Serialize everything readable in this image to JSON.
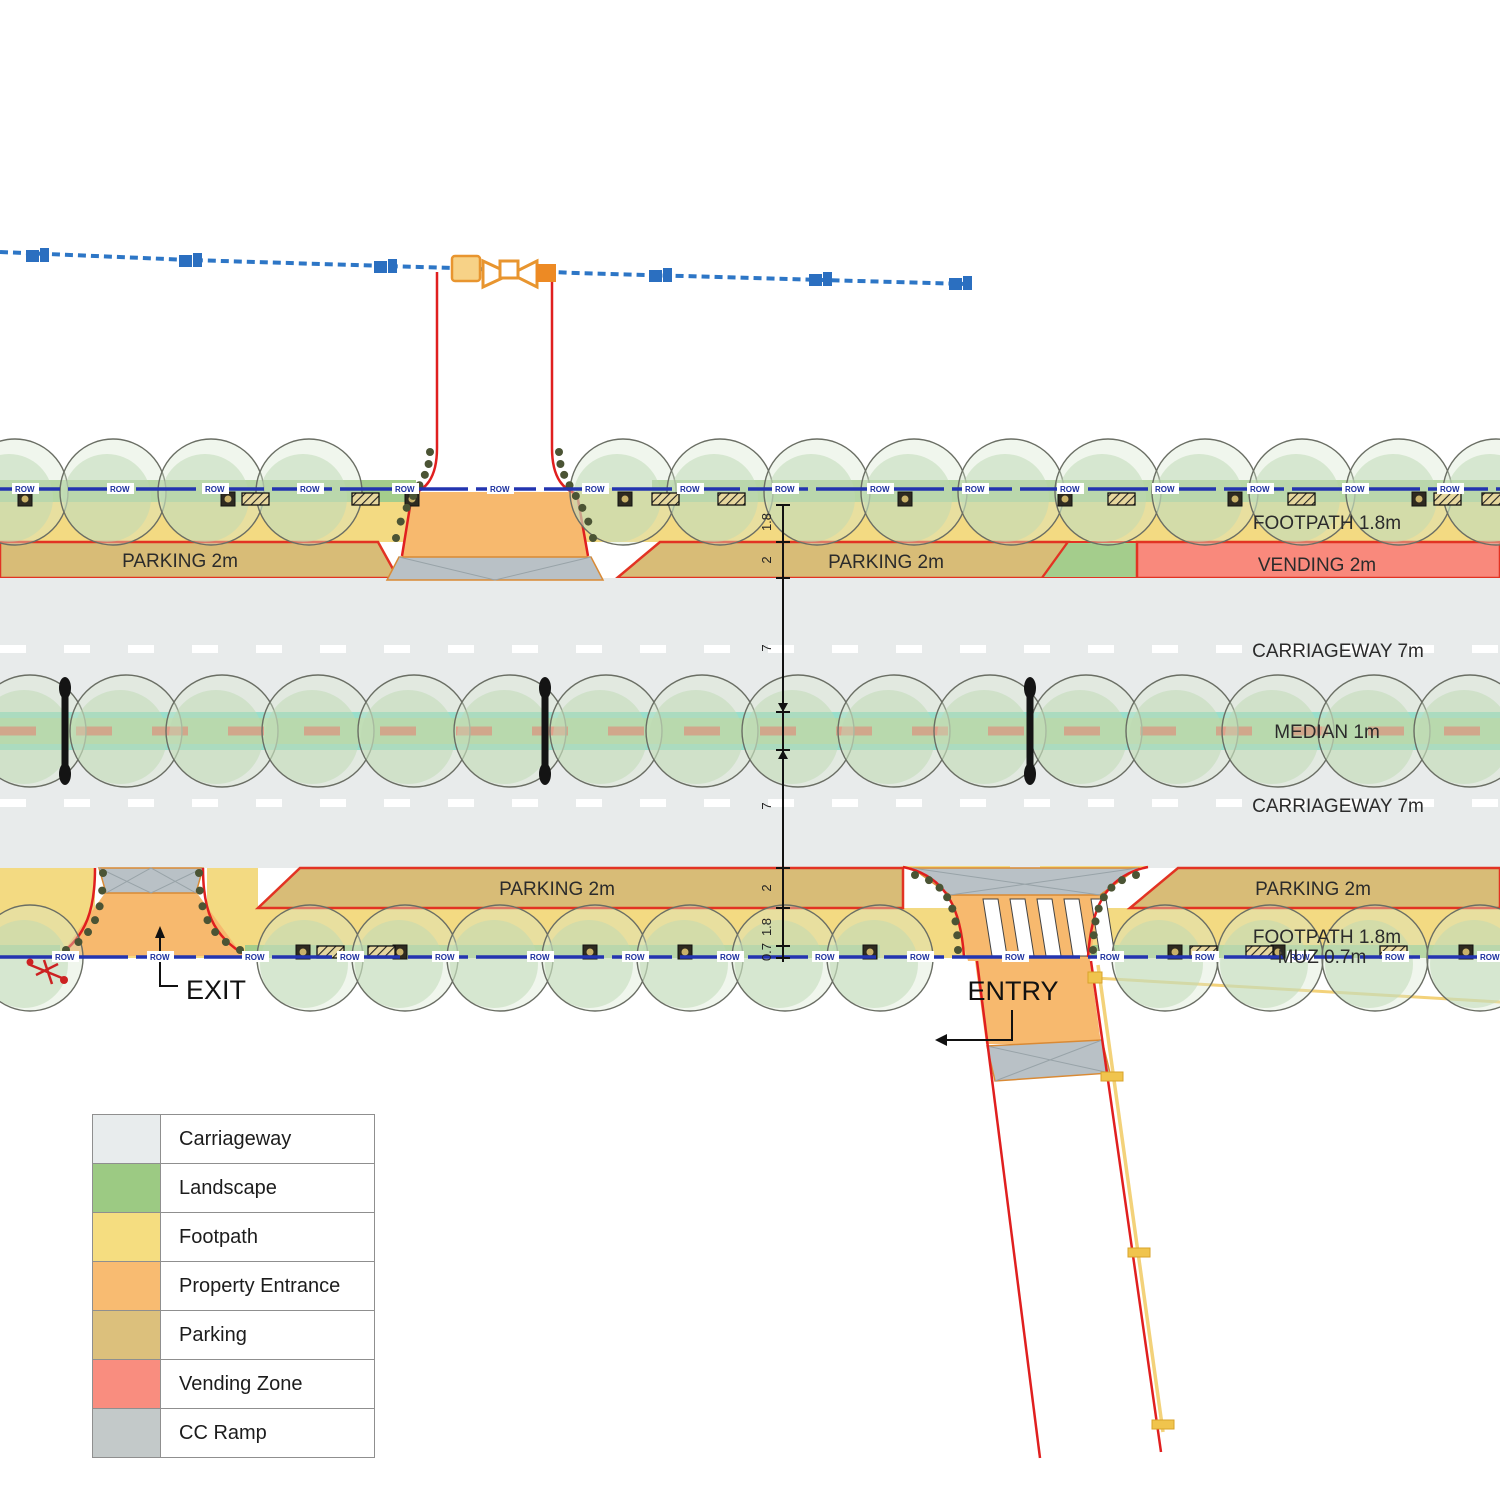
{
  "drawing": {
    "labels": {
      "footpath_top": "FOOTPATH 1.8m",
      "parking_top_left": "PARKING 2m",
      "parking_top_right": "PARKING 2m",
      "vending": "VENDING 2m",
      "carriageway_top": "CARRIAGEWAY 7m",
      "median": "MEDIAN 1m",
      "carriageway_bottom": "CARRIAGEWAY 7m",
      "parking_bottom_left": "PARKING 2m",
      "parking_bottom_right": "PARKING 2m",
      "footpath_bottom": "FOOTPATH 1.8m",
      "muz": "MUZ 0.7m",
      "exit": "EXIT",
      "entry": "ENTRY",
      "row_marker": "ROW"
    },
    "dimensions": {
      "footpath_top": "1.8",
      "parking_top": "2",
      "carriageway_top": "7",
      "carriageway_bottom": "7",
      "parking_bottom": "2",
      "footpath_bottom": "1.8",
      "muz": "0.7"
    },
    "colors": {
      "carriageway": "#e8ebeb",
      "landscape": "#a4cd8c",
      "footpath": "#f3da82",
      "property_entrance": "#f7b96e",
      "parking": "#d8bc77",
      "vending_zone": "#f9897c",
      "cc_ramp": "#b9c1c6",
      "border_red": "#e23323",
      "entrance_red": "#e01f1f",
      "right_of_way_line": "#2335b0",
      "utility_line_blue": "#2d76c6",
      "utility_line_yellow": "#f3d27a",
      "valve_orange": "#e8952f",
      "median_edge": "#72d9c8",
      "median_fill": "#9dd18e",
      "median_centerline": "#ee3120"
    }
  },
  "legend": {
    "items": [
      {
        "label": "Carriageway",
        "color": "#e8eced"
      },
      {
        "label": "Landscape",
        "color": "#9cca83"
      },
      {
        "label": "Footpath",
        "color": "#f5dd80"
      },
      {
        "label": "Property Entrance",
        "color": "#f8bb71"
      },
      {
        "label": "Parking",
        "color": "#dcc07c"
      },
      {
        "label": "Vending Zone",
        "color": "#f98d7f"
      },
      {
        "label": "CC Ramp",
        "color": "#c3c9c9"
      }
    ]
  }
}
